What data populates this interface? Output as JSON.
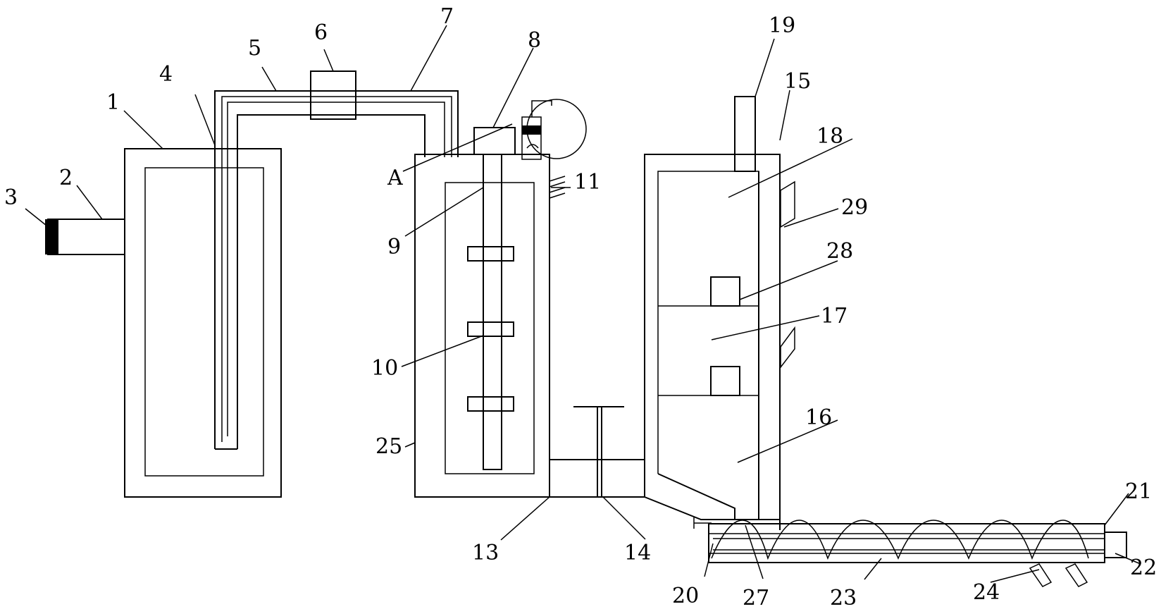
{
  "diagram": {
    "labels": [
      "1",
      "2",
      "3",
      "4",
      "5",
      "6",
      "7",
      "8",
      "9",
      "10",
      "11",
      "13",
      "14",
      "15",
      "16",
      "17",
      "18",
      "19",
      "20",
      "21",
      "22",
      "23",
      "24",
      "25",
      "27",
      "28",
      "29",
      "A"
    ]
  }
}
